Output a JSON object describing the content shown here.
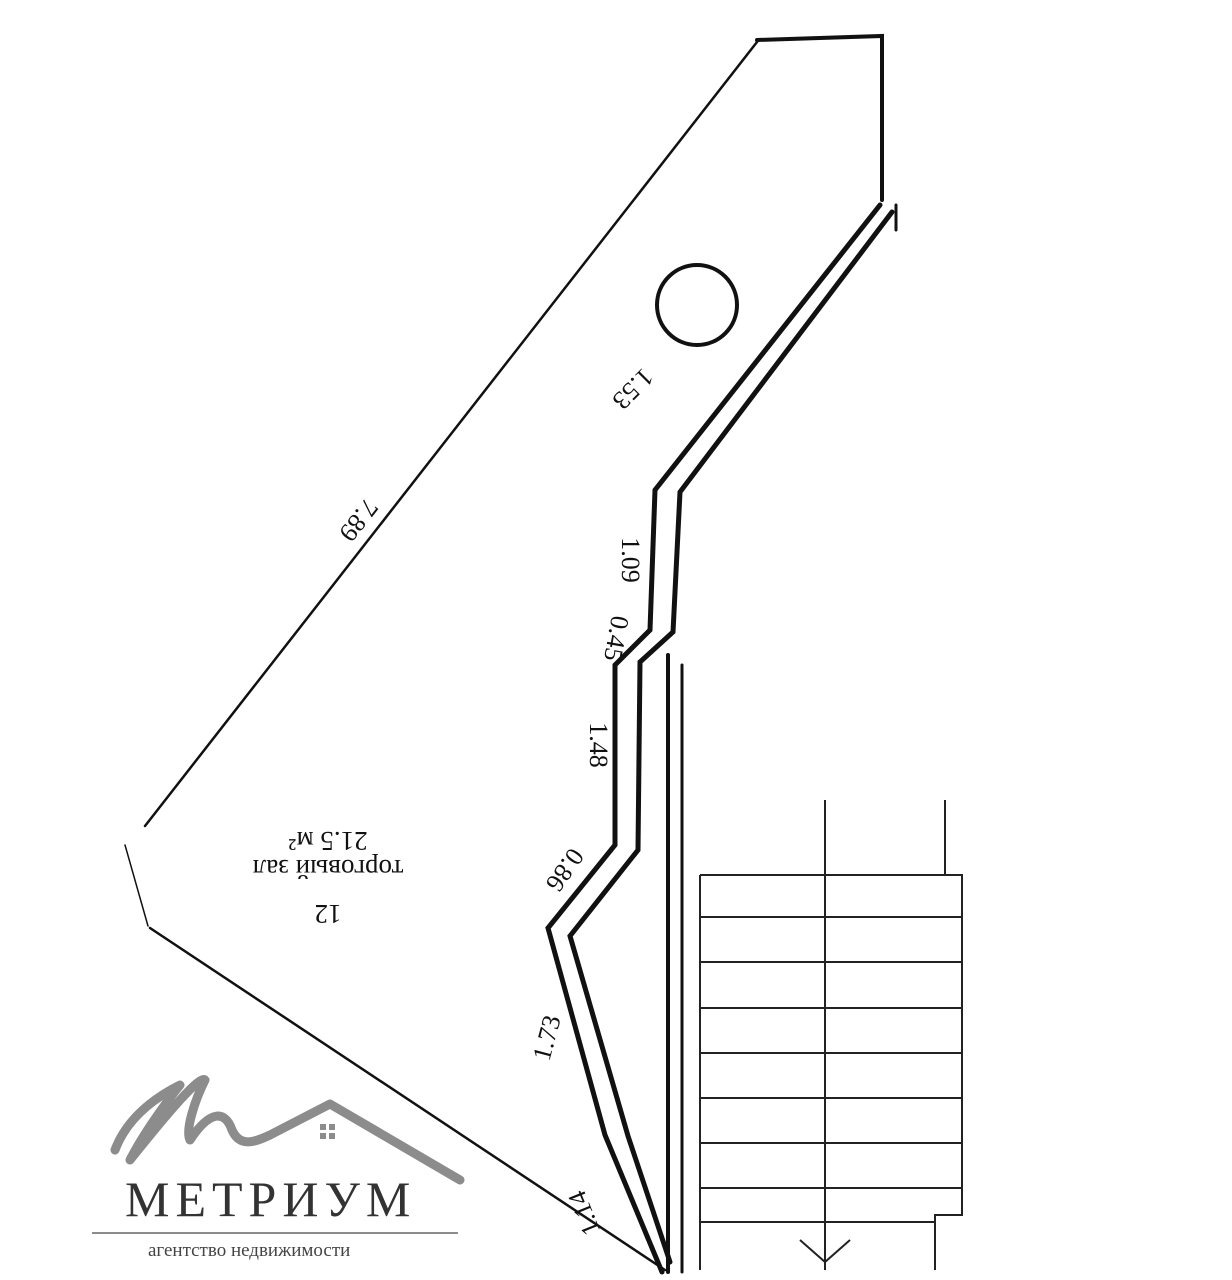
{
  "room": {
    "number": "12",
    "name": "торговый зал",
    "area": "21.5 м²"
  },
  "dimensions": {
    "long_wall": "7.89",
    "upper_wall": "1.53",
    "seg_1": "1.09",
    "seg_2": "0.45",
    "seg_3": "1.48",
    "seg_4": "0.86",
    "seg_5": "1.73",
    "seg_6": "1.14"
  },
  "logo": {
    "brand": "МЕТРИУМ",
    "tagline": "агентство недвижимости",
    "color": "#8c8c8c"
  },
  "colors": {
    "lines": "#111111",
    "background": "#ffffff"
  }
}
